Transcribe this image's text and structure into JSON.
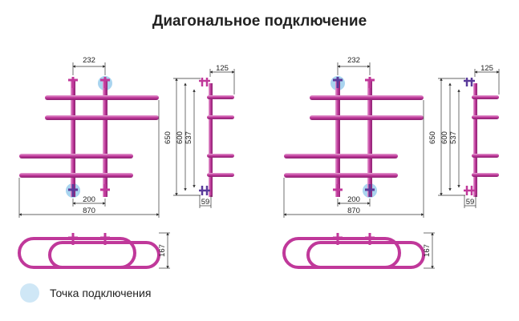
{
  "title": "Диагональное подключение",
  "colors": {
    "pipe": "#c0389a",
    "pipe_light": "#e6a3d4",
    "connection": "#a9d4ef",
    "dimension_line": "#333333"
  },
  "left": {
    "top_dim": "232",
    "side_dim_top": "125",
    "height_outer": "650",
    "height_mid": "600",
    "height_inner": "537",
    "side_dim_bottom": "59",
    "inner_width": "200",
    "total_width": "870",
    "depth": "167"
  },
  "right": {
    "top_dim": "232",
    "side_dim_top": "125",
    "height_outer": "650",
    "height_mid": "600",
    "height_inner": "537",
    "side_dim_bottom": "59",
    "inner_width": "200",
    "total_width": "870",
    "depth": "167"
  },
  "legend": {
    "label": "Точка подключения",
    "icon": "connection-point-icon"
  }
}
